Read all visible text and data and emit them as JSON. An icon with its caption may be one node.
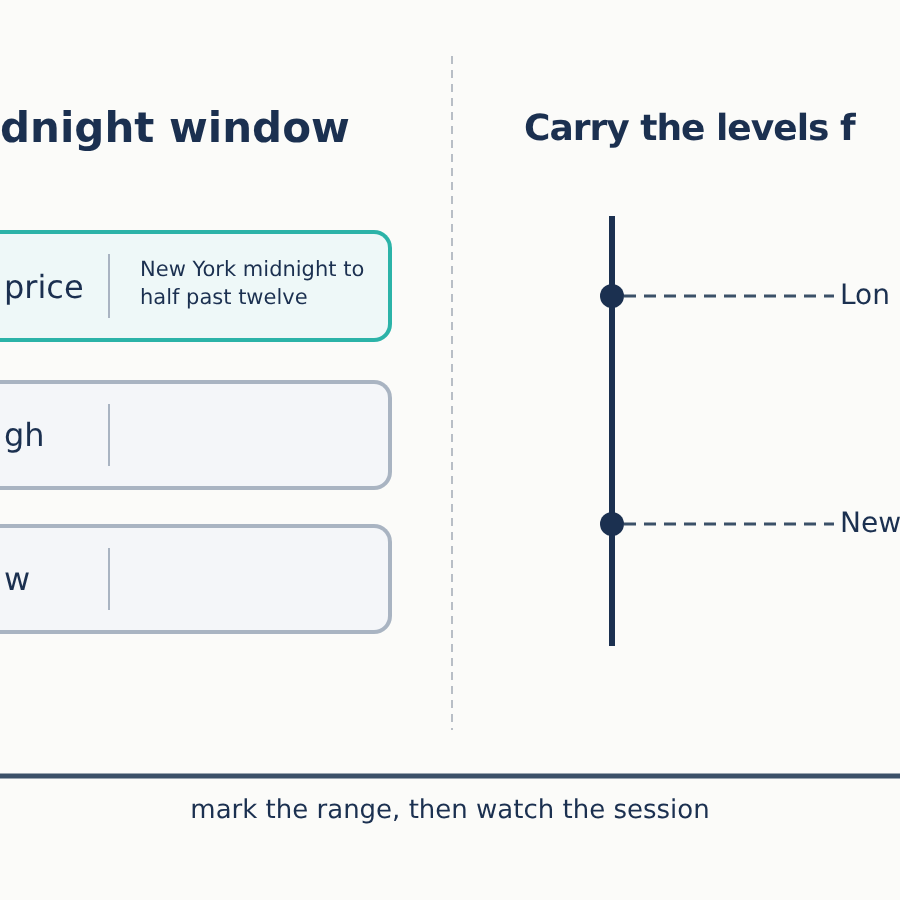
{
  "diagram": {
    "caption": "mark the range, then watch the session",
    "nodes": [
      {
        "text": [
          "price",
          "New York midnight to half past twelve"
        ]
      },
      {
        "text": [
          "gh"
        ]
      },
      {
        "text": [
          "w"
        ]
      },
      {
        "text": [],
        "shape": "circle"
      },
      {
        "text": [
          "Lon"
        ]
      },
      {
        "text": [],
        "shape": "circle"
      },
      {
        "text": [
          "New"
        ]
      }
    ],
    "edges": [
      {
        "from": 3,
        "to": 4,
        "arrow": "none",
        "style": "dashed"
      },
      {
        "from": 5,
        "to": 6,
        "arrow": "none",
        "style": "dashed"
      }
    ],
    "labels": [
      "dnight window",
      "Carry the levels f"
    ]
  }
}
